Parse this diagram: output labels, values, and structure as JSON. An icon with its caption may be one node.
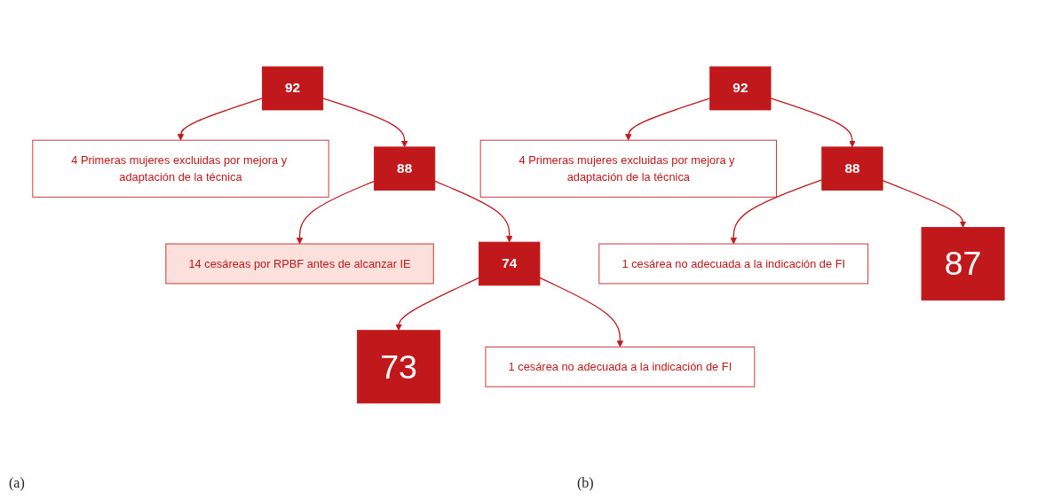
{
  "diagram": {
    "nodes": [
      {
        "text": [
          "92"
        ]
      },
      {
        "text": [
          "4 Primeras mujeres excluidas por mejora y adaptación de la técnica"
        ]
      },
      {
        "text": [
          "88"
        ]
      },
      {
        "text": [
          "14 cesáreas por RPBF antes de alcanzar IE"
        ]
      },
      {
        "text": [
          "74"
        ]
      },
      {
        "text": [
          "1 cesárea no adecuada a la indicación de FI"
        ]
      },
      {
        "text": [
          "73"
        ]
      },
      {
        "text": [
          "92"
        ]
      },
      {
        "text": [
          "4 Primeras mujeres excluidas por mejora y adaptación de la técnica"
        ]
      },
      {
        "text": [
          "88"
        ]
      },
      {
        "text": [
          "1 cesárea no adecuada a la indicación de FI"
        ]
      },
      {
        "text": [
          "87"
        ]
      }
    ],
    "edges": [
      {
        "from": 0,
        "to": 2,
        "arrow": "to"
      },
      {
        "from": 0,
        "to": 1,
        "arrow": "to"
      },
      {
        "from": 2,
        "to": 4,
        "arrow": "to"
      },
      {
        "from": 2,
        "to": 3,
        "arrow": "to"
      },
      {
        "from": 4,
        "to": 6,
        "arrow": "to"
      },
      {
        "from": 4,
        "to": 5,
        "arrow": "to"
      },
      {
        "from": 7,
        "to": 9,
        "arrow": "to"
      },
      {
        "from": 7,
        "to": 8,
        "arrow": "to"
      },
      {
        "from": 9,
        "to": 11,
        "arrow": "to"
      },
      {
        "from": 9,
        "to": 10,
        "arrow": "to"
      }
    ],
    "labels": [
      "(a)",
      "(b)"
    ]
  }
}
